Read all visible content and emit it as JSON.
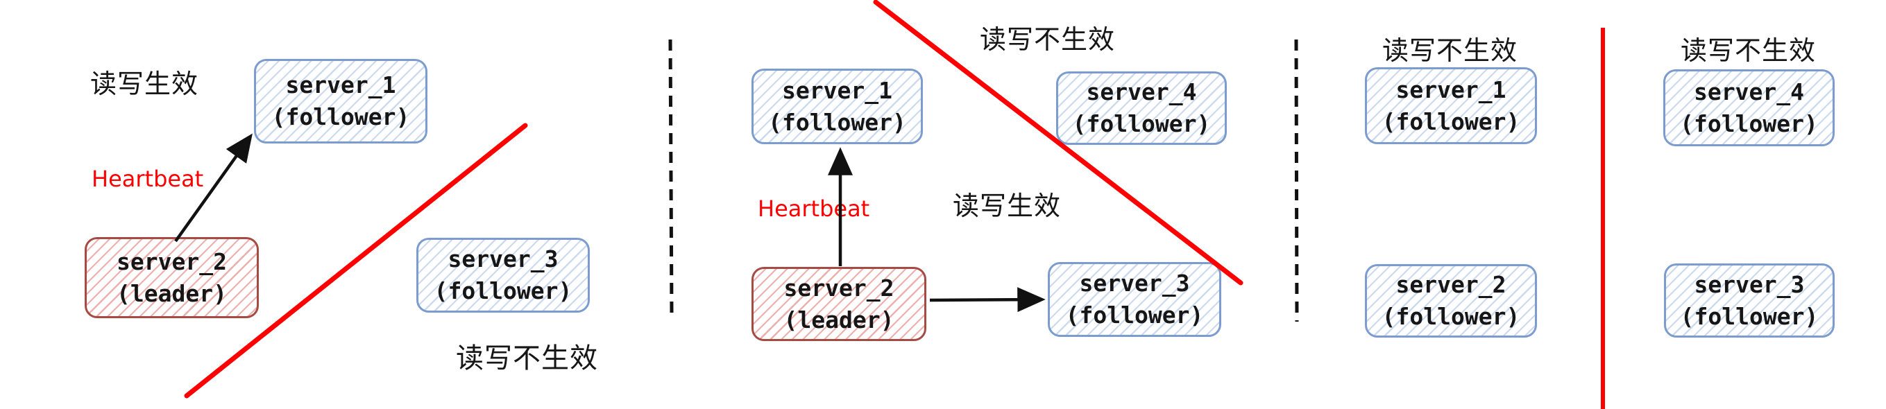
{
  "colors": {
    "background": "#ffffff",
    "text": "#161616",
    "red_accent": "#fe0000",
    "arrow": "#111111",
    "separator_dashed": "#111111",
    "follower_border": "#7c9bce",
    "follower_hatch": "#ccdaf0",
    "leader_border": "#a64a44",
    "leader_hatch": "#eeb0ac"
  },
  "panels": [
    {
      "id": "partition-scenario-1",
      "labels": {
        "rw_effective": "读写生效",
        "rw_not_effective": "读写不生效",
        "heartbeat": "Heartbeat"
      },
      "servers": [
        {
          "name": "server_1",
          "role": "(follower)",
          "kind": "follower"
        },
        {
          "name": "server_2",
          "role": "(leader)",
          "kind": "leader"
        },
        {
          "name": "server_3",
          "role": "(follower)",
          "kind": "follower"
        }
      ]
    },
    {
      "id": "partition-scenario-2",
      "labels": {
        "rw_not_effective": "读写不生效",
        "rw_effective": "读写生效",
        "heartbeat": "Heartbeat"
      },
      "servers": [
        {
          "name": "server_1",
          "role": "(follower)",
          "kind": "follower"
        },
        {
          "name": "server_4",
          "role": "(follower)",
          "kind": "follower"
        },
        {
          "name": "server_2",
          "role": "(leader)",
          "kind": "leader"
        },
        {
          "name": "server_3",
          "role": "(follower)",
          "kind": "follower"
        }
      ]
    },
    {
      "id": "partition-scenario-3",
      "labels": {
        "rw_not_effective": "读写不生效"
      },
      "servers": [
        {
          "name": "server_1",
          "role": "(follower)",
          "kind": "follower"
        },
        {
          "name": "server_2",
          "role": "(follower)",
          "kind": "follower"
        }
      ]
    },
    {
      "id": "partition-scenario-4",
      "labels": {
        "rw_not_effective": "读写不生效"
      },
      "servers": [
        {
          "name": "server_4",
          "role": "(follower)",
          "kind": "follower"
        },
        {
          "name": "server_3",
          "role": "(follower)",
          "kind": "follower"
        }
      ]
    }
  ]
}
